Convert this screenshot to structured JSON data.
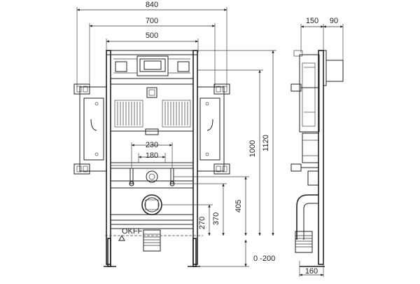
{
  "front_view": {
    "dim_width_overall": "840",
    "dim_width_brackets": "700",
    "dim_width_frame": "500",
    "dim_bolt_outer": "230",
    "dim_bolt_inner": "180",
    "dim_height_1120": "1120",
    "dim_height_1000": "1000",
    "dim_height_405": "405",
    "dim_height_370": "370",
    "dim_height_270": "270",
    "dim_leg_adjust": "0 -200",
    "floor_label": "OKFF"
  },
  "side_view": {
    "dim_depth_150": "150",
    "dim_depth_90": "90",
    "dim_depth_160": "160"
  }
}
